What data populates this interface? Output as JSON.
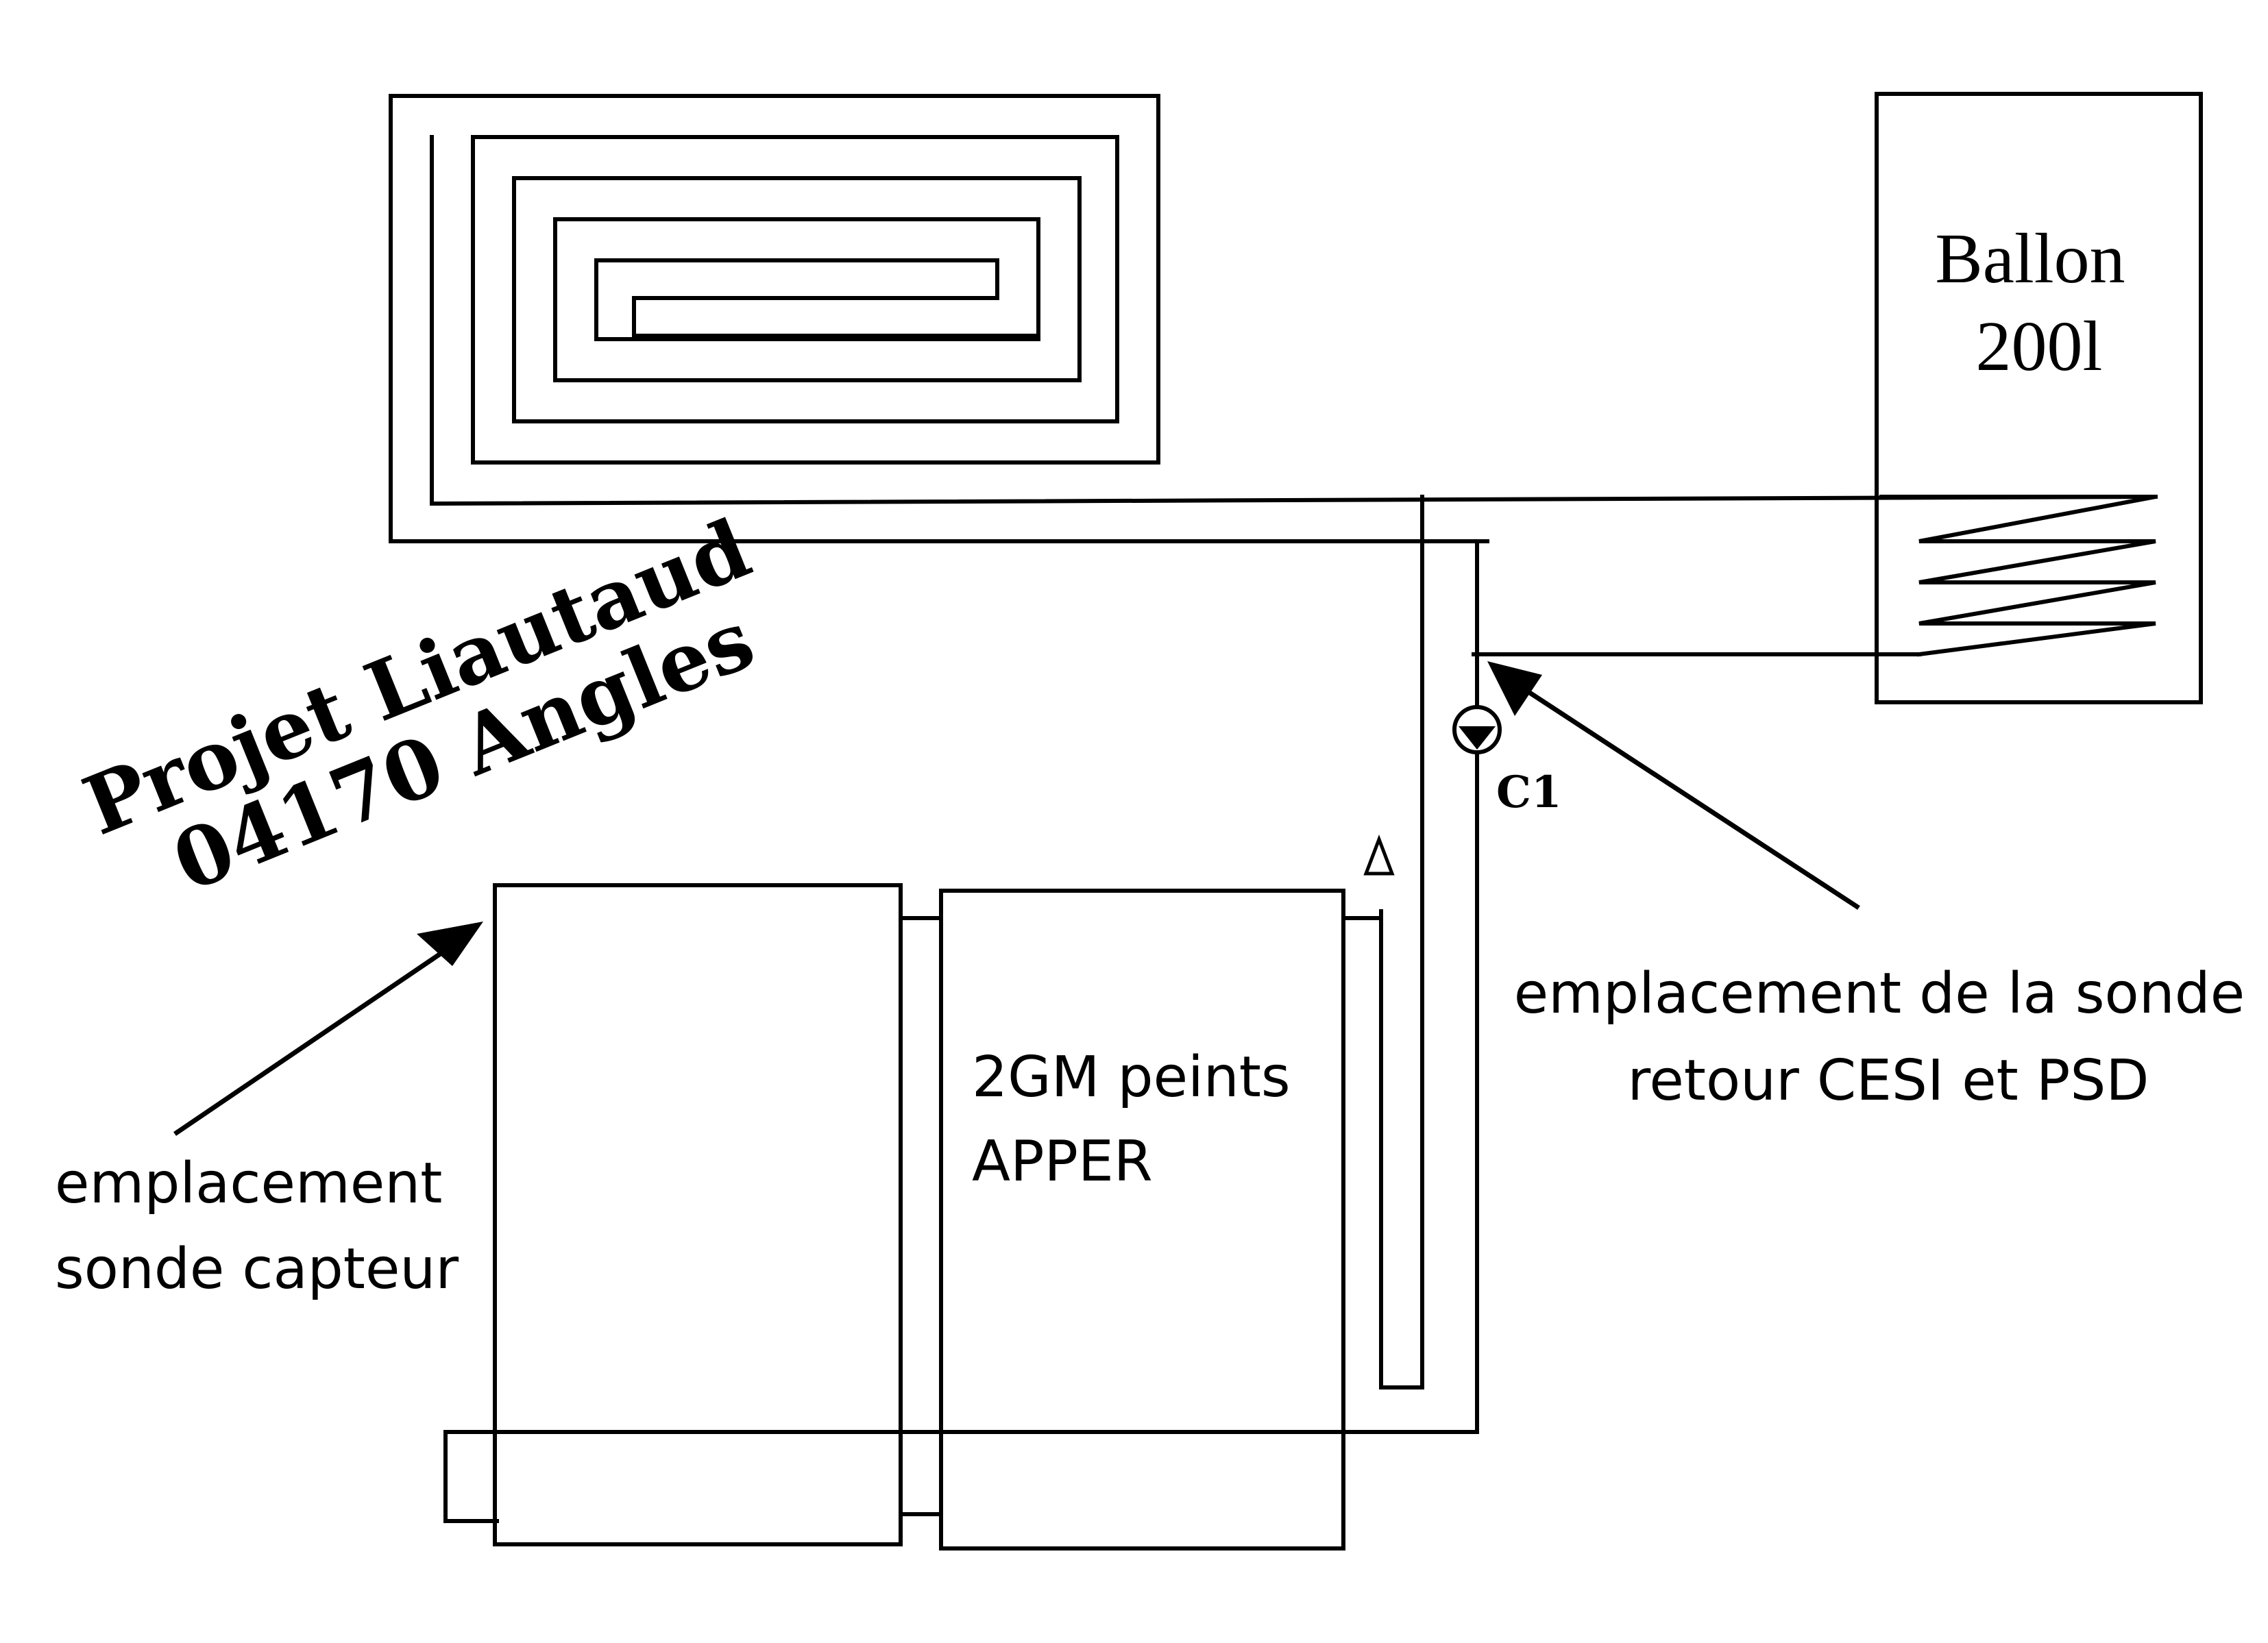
{
  "project": {
    "line1": "Projet Liautaud",
    "line2": "04170 Angles"
  },
  "tank": {
    "line1": "Ballon",
    "line2": "200l"
  },
  "pump": {
    "label": "C1"
  },
  "collector": {
    "line1": "2GM peints",
    "line2": "APPER"
  },
  "sensor_collector": {
    "line1": "emplacement",
    "line2": "sonde capteur"
  },
  "sensor_return": {
    "line1": "emplacement de la sonde",
    "line2": "retour CESI et PSD"
  }
}
